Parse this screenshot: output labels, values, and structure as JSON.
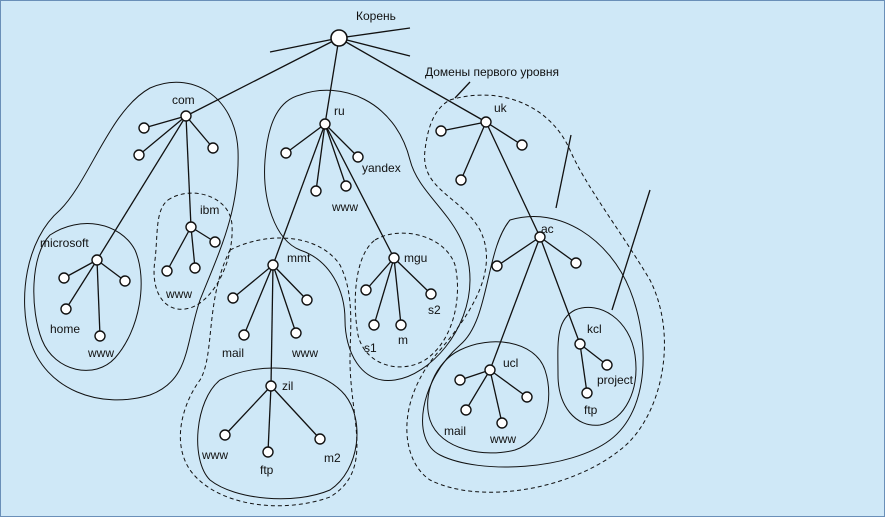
{
  "root_label": "Корень",
  "top_level_caption": "Домены первого уровня",
  "nodes": {
    "com": "com",
    "ru": "ru",
    "uk": "uk",
    "ibm": "ibm",
    "ibm_www": "www",
    "microsoft": "microsoft",
    "ms_home": "home",
    "ms_www": "www",
    "yandex": "yandex",
    "ru_www": "www",
    "mmt": "mmt",
    "mmt_mail": "mail",
    "mmt_www": "www",
    "zil": "zil",
    "zil_www": "www",
    "zil_ftp": "ftp",
    "zil_m2": "m2",
    "mgu": "mgu",
    "mgu_s1": "s1",
    "mgu_m": "m",
    "mgu_s2": "s2",
    "ac": "ac",
    "ucl": "ucl",
    "ucl_mail": "mail",
    "ucl_www": "www",
    "kcl": "kcl",
    "kcl_project": "project",
    "kcl_ftp": "ftp"
  }
}
